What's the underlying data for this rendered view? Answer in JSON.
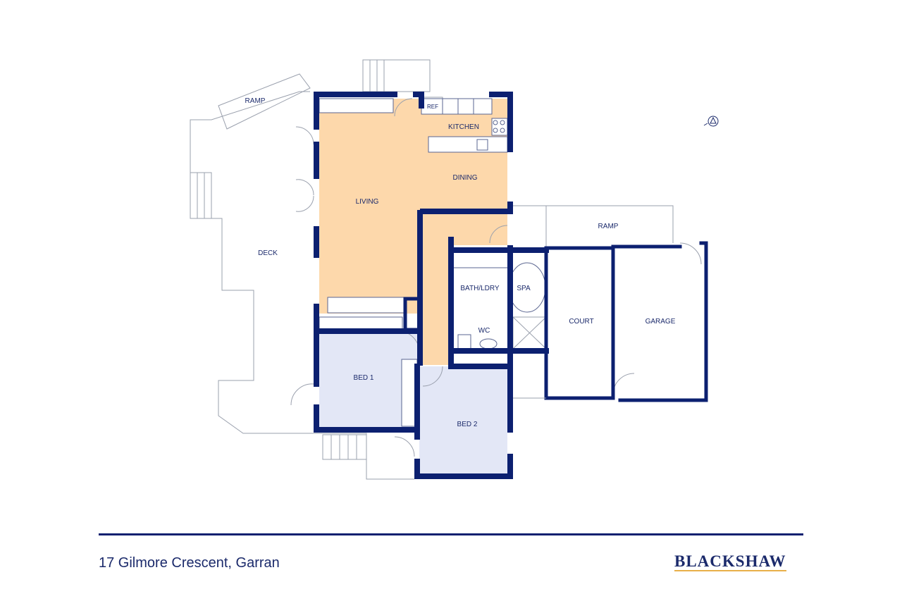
{
  "plan": {
    "rooms": {
      "ramp_top": "RAMP",
      "ref": "REF",
      "kitchen": "KITCHEN",
      "dining": "DINING",
      "living": "LIVING",
      "deck": "DECK",
      "ramp_right": "RAMP",
      "bath_ldry": "BATH/LDRY",
      "spa": "SPA",
      "wc": "WC",
      "court": "COURT",
      "garage": "GARAGE",
      "bed1": "BED 1",
      "bed2": "BED 2"
    },
    "north_icon": "north-arrow-icon",
    "colors": {
      "wall": "#0c2070",
      "living": "#fdd8ab",
      "bedroom": "#e3e7f6",
      "accent": "#e8b04a"
    }
  },
  "footer": {
    "address": "17 Gilmore Crescent, Garran",
    "logo": "BLACKSHAW"
  }
}
